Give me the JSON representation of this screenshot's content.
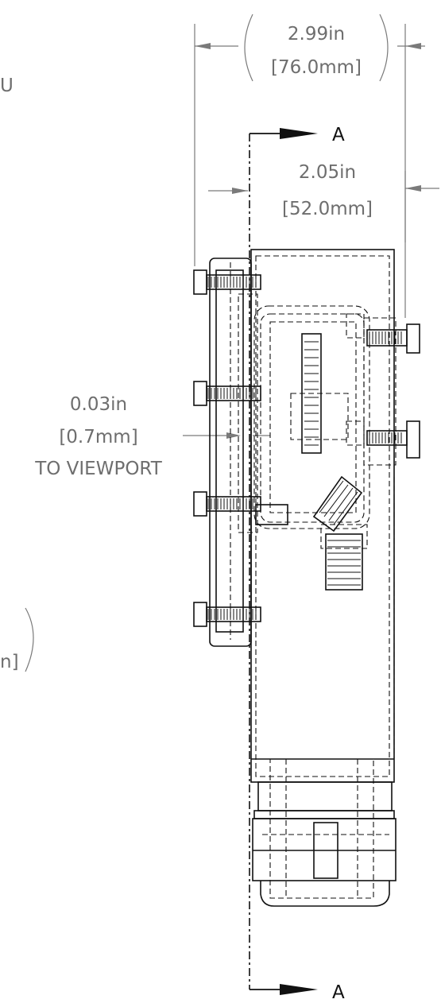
{
  "dimensions": {
    "overall_width": {
      "imperial": "2.99in",
      "metric": "[76.0mm]"
    },
    "inner_width": {
      "imperial": "2.05in",
      "metric": "[52.0mm]"
    },
    "viewport_gap": {
      "imperial": "0.03in",
      "metric": "[0.7mm]",
      "note": "TO VIEWPORT"
    }
  },
  "section_marks": {
    "top_label": "A",
    "bottom_label": "A"
  },
  "partial_labels": {
    "left_top": "U",
    "left_middle": "n]"
  },
  "colors": {
    "dimension": "#6e6e6e",
    "outline": "#111111"
  }
}
